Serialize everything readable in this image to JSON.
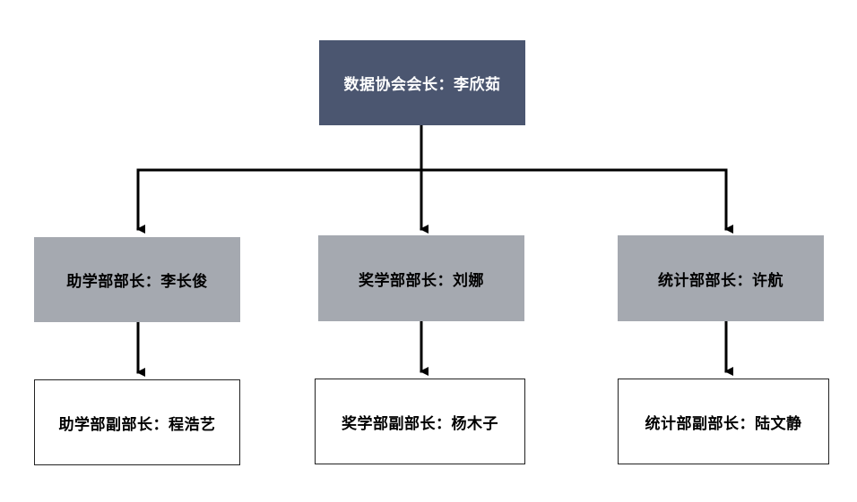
{
  "org_chart": {
    "root": {
      "label": "数据协会会长：李欣茹"
    },
    "departments": [
      {
        "head": "助学部部长：李长俊",
        "deputy": "助学部副部长：程浩艺"
      },
      {
        "head": "奖学部部长：刘娜",
        "deputy": "奖学部副部长：杨木子"
      },
      {
        "head": "统计部部长：许航",
        "deputy": "统计部副部长：陆文静"
      }
    ]
  },
  "colors": {
    "root_fill": "#4b5670",
    "head_fill": "#a5a9b0",
    "deputy_fill": "#ffffff",
    "connector": "#000000"
  }
}
